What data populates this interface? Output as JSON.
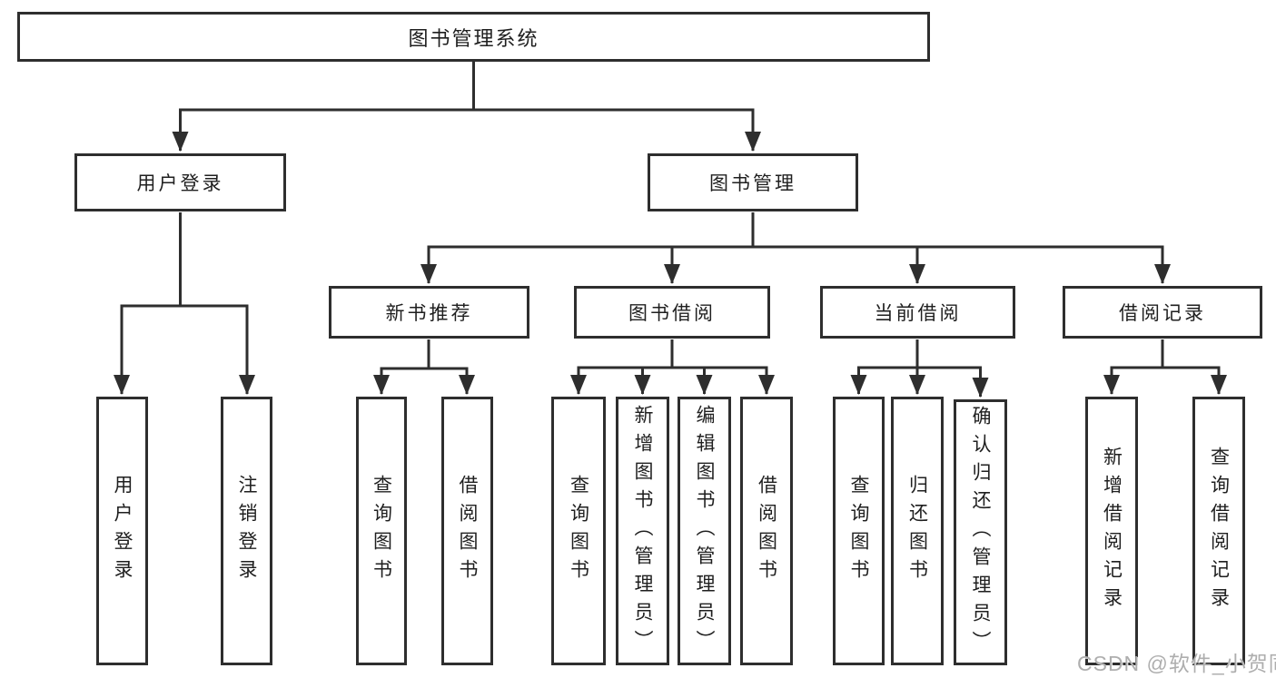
{
  "diagram": {
    "title": "图书管理系统",
    "colors": {
      "line": "#2e2e2e",
      "text": "#1f1f1f",
      "box_background": "#ffffff",
      "page_background": "#ffffff",
      "watermark": "#aeaeae"
    },
    "tree": {
      "root": {
        "label": "图书管理系统"
      },
      "level2": [
        {
          "label": "用户登录",
          "leaves": [
            {
              "label": "用户登录"
            },
            {
              "label": "注销登录"
            }
          ]
        },
        {
          "label": "图书管理",
          "groups": [
            {
              "label": "新书推荐",
              "leaves": [
                {
                  "label": "查询图书"
                },
                {
                  "label": "借阅图书"
                }
              ]
            },
            {
              "label": "图书借阅",
              "leaves": [
                {
                  "label": "查询图书"
                },
                {
                  "label": "新增图书（管理员）"
                },
                {
                  "label": "编辑图书（管理员）"
                },
                {
                  "label": "借阅图书"
                }
              ]
            },
            {
              "label": "当前借阅",
              "leaves": [
                {
                  "label": "查询图书"
                },
                {
                  "label": "归还图书"
                },
                {
                  "label": "确认归还（管理员）"
                }
              ]
            },
            {
              "label": "借阅记录",
              "leaves": [
                {
                  "label": "新增借阅记录"
                },
                {
                  "label": "查询借阅记录"
                }
              ]
            }
          ]
        }
      ]
    }
  },
  "watermark": {
    "text": "CSDN @软件_小贺同学"
  }
}
